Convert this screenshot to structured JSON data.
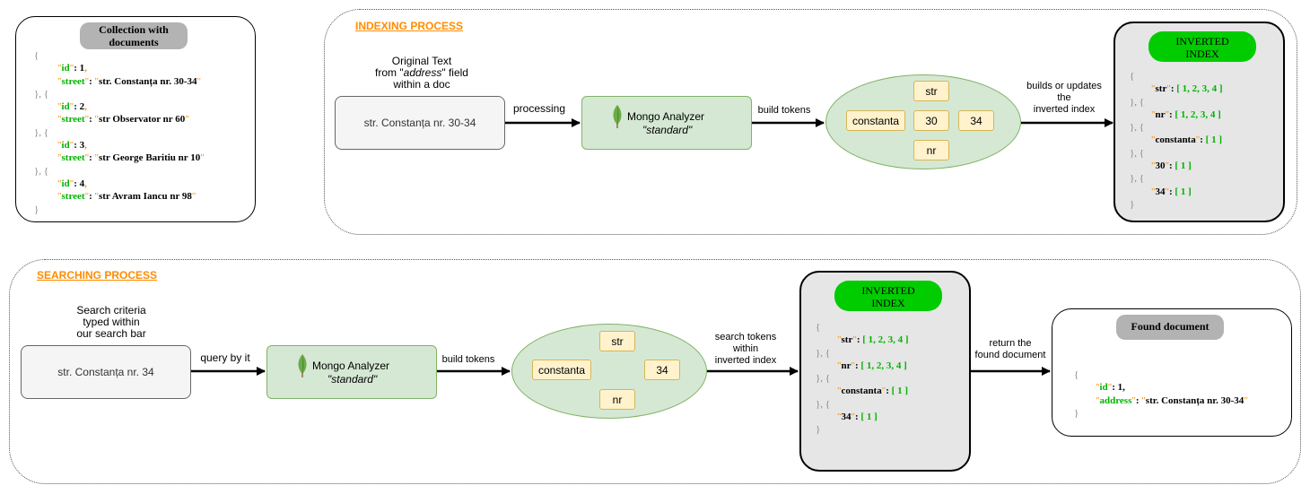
{
  "collection": {
    "title": "Collection with documents",
    "docs": [
      {
        "id": "1",
        "street": "str. Constanța nr. 30-34"
      },
      {
        "id": "2",
        "street": "str Observator nr 60"
      },
      {
        "id": "3",
        "street": "str George Baritiu nr 10"
      },
      {
        "id": "4",
        "street": "str Avram Iancu nr 98"
      }
    ],
    "open_brace": "{",
    "separator": "}, {",
    "close_brace": "}"
  },
  "indexing": {
    "title": "INDEXING PROCESS",
    "source_label_line1": "Original Text",
    "source_label_line2_pre": "from \"",
    "source_label_line2_field": "address",
    "source_label_line2_post": "\" field",
    "source_label_line3": "within a doc",
    "input_text": "str. Constanța nr. 30-34",
    "arrow1_label": "processing",
    "analyzer_name": "Mongo Analyzer",
    "analyzer_mode": "\"standard\"",
    "arrow2_label": "build tokens",
    "tokens": [
      "str",
      "constanta",
      "30",
      "34",
      "nr"
    ],
    "arrow3_label_line1": "builds or updates",
    "arrow3_label_line2": "the",
    "arrow3_label_line3": "inverted index",
    "index_title": "INVERTED INDEX",
    "index_entries": [
      {
        "term": "str",
        "ids": "[ 1, 2, 3, 4 ]"
      },
      {
        "term": "nr",
        "ids": "[ 1, 2, 3, 4 ]"
      },
      {
        "term": "constanta",
        "ids": "[ 1 ]"
      },
      {
        "term": "30",
        "ids": "[ 1 ]"
      },
      {
        "term": "34",
        "ids": "[ 1 ]"
      }
    ]
  },
  "searching": {
    "title": "SEARCHING PROCESS",
    "source_label_line1": "Search criteria",
    "source_label_line2": "typed within",
    "source_label_line3": "our search bar",
    "input_text": "str. Constanța nr. 34",
    "arrow1_label": "query by it",
    "analyzer_name": "Mongo Analyzer",
    "analyzer_mode": "\"standard\"",
    "arrow2_label": "build tokens",
    "tokens": [
      "str",
      "constanta",
      "34",
      "nr"
    ],
    "arrow3_label_line1": "search tokens",
    "arrow3_label_line2": "within",
    "arrow3_label_line3": "inverted index",
    "index_title": "INVERTED INDEX",
    "index_entries": [
      {
        "term": "str",
        "ids": "[ 1, 2, 3, 4 ]"
      },
      {
        "term": "nr",
        "ids": "[ 1, 2, 3, 4 ]"
      },
      {
        "term": "constanta",
        "ids": "[ 1 ]"
      },
      {
        "term": "34",
        "ids": "[ 1 ]"
      }
    ],
    "arrow4_label_line1": "return the",
    "arrow4_label_line2": "found document",
    "found_title": "Found document",
    "found_doc": {
      "id": "1",
      "address": "str. Constanța nr. 30-34"
    }
  },
  "keys": {
    "id": "id",
    "street": "street",
    "address": "address"
  },
  "punct": {
    "quote": "\"",
    "colon": ": ",
    "comma": ","
  },
  "colors": {
    "orange": "#ff8c00",
    "green": "#00cc00",
    "analyzer_fill": "#d5e8d4",
    "token_fill": "#fff2cc"
  },
  "icons": {
    "mongo": "mongodb-leaf-icon"
  }
}
